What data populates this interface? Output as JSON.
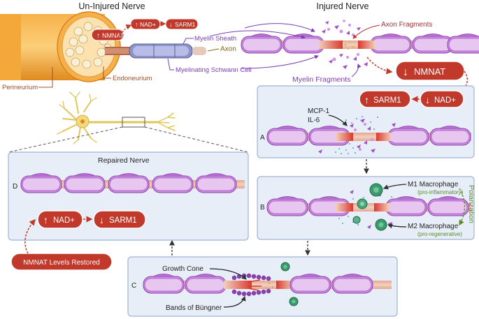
{
  "titles": {
    "uninjured": "Un-Injured Nerve",
    "injured": "Injured Nerve"
  },
  "labels": {
    "perineurium": "Perineurium",
    "endoneurium": "Endoneurium",
    "axon": "Axon",
    "myelin_sheath": "Myelin Sheath",
    "myelinating_schwann_cell": "Myelinating Schwann Cell",
    "axon_fragments": "Axon Fragments",
    "myelin_fragments": "Myelin Fragments",
    "mcp1": "MCP-1",
    "il6": "IL-6",
    "m1_macrophage": "M1 Macrophage",
    "m1_sub": "(pro-inflammatory)",
    "m2_macrophage": "M2 Macrophage",
    "m2_sub": "(pro-regenerative)",
    "polarization": "Polarization",
    "growth_cone": "Growth Cone",
    "bands_of_bungner": "Bands of Büngner",
    "repaired_nerve": "Repaired Nerve",
    "nmnat_restored": "NMNAT Levels Restored"
  },
  "panel_letters": {
    "a": "A",
    "b": "B",
    "c": "C",
    "d": "D"
  },
  "pills": {
    "nmnat_up": "NMNAT",
    "nad_up_small": "NAD+",
    "sarm1_down_small": "SARM1",
    "nmnat_down": "NMNAT",
    "sarm1_up": "SARM1",
    "nad_down": "NAD+",
    "nad_up_repaired": "NAD+",
    "sarm1_down_repaired": "SARM1"
  },
  "arrows": {
    "up": "↑",
    "down": "↓"
  },
  "colors": {
    "pill_red": "#c0392b",
    "panel_fill": "#e8eef7",
    "panel_stroke": "#9fb3d4",
    "myelin_purple": "#a855c9",
    "axon_red": "#d93a2b",
    "perineurium_orange": "#f39c2a",
    "macrophage_green": "#3a9a6e",
    "label_purple": "#7a3db8",
    "label_brown": "#8b4513",
    "label_green": "#5a8a2a"
  }
}
